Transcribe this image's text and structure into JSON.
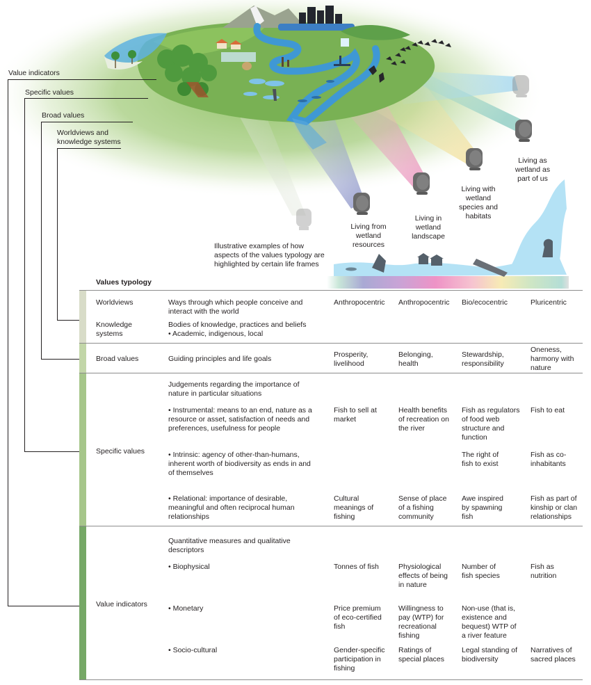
{
  "brackets": {
    "value_indicators": "Value indicators",
    "specific_values": "Specific values",
    "broad_values": "Broad values",
    "worldviews_line1": "Worldviews and",
    "worldviews_line2": "knowledge systems"
  },
  "illustration": {
    "caption_lines": [
      "Illustrative examples of how",
      "aspects of the values typology are",
      "highlighted by certain life frames"
    ],
    "life_frames": [
      {
        "lines": [
          "Living from",
          "wetland",
          "resources"
        ],
        "beam_color": "#8a8fc8"
      },
      {
        "lines": [
          "Living in",
          "wetland",
          "landscape"
        ],
        "beam_color": "#e98fb8"
      },
      {
        "lines": [
          "Living with",
          "wetland",
          "species and",
          "habitats"
        ],
        "beam_color": "#f3e3a0"
      },
      {
        "lines": [
          "Living as",
          "wetland as",
          "part of us"
        ],
        "beam_color": "#9ed4cc"
      }
    ],
    "extra_beam_color": "#a9dcf2",
    "colors": {
      "land_green": "#7cb356",
      "land_light": "#cfe3b3",
      "river_blue": "#3d97d3",
      "water_light": "#b7e3f4",
      "silhouette": "#55606a"
    }
  },
  "table": {
    "title": "Values typology",
    "bar_colors": [
      "#d8dcc8",
      "#c2d6a8",
      "#a6c68a",
      "#76a866"
    ],
    "rows": [
      {
        "category_lines": [
          "Worldviews"
        ],
        "description": "Ways through which people conceive and interact with the world",
        "life_frames": [
          "Anthropocentric",
          "Anthropocentric",
          "Bio/ecocentric",
          "Pluricentric"
        ]
      },
      {
        "category_lines": [
          "Knowledge",
          "systems"
        ],
        "description": "Bodies of knowledge, practices and beliefs",
        "bullet": "• Academic, indigenous, local"
      },
      {
        "category_lines": [
          "Broad values"
        ],
        "description": "Guiding principles and life goals",
        "life_frames": [
          "Prosperity, livelihood",
          "Belonging, health",
          "Stewardship, responsibility",
          "Oneness, harmony with nature"
        ]
      },
      {
        "category_lines": [
          "Specific values"
        ],
        "description": "Judgements regarding the importance of nature in particular situations",
        "sub_rows": [
          {
            "label": "• Instrumental: means to an end, nature as a resource or asset, satisfaction of needs and preferences, usefulness for people",
            "life_frames": [
              "Fish to sell at market",
              "Health benefits of recreation on the river",
              "Fish as regulators of food web structure and function",
              "Fish to eat"
            ]
          },
          {
            "label": "• Intrinsic: agency of other-than-humans, inherent worth of biodiversity as ends in and of themselves",
            "life_frames": [
              "",
              "",
              "The right of fish to exist",
              "Fish as co-inhabitants"
            ]
          },
          {
            "label": "• Relational: importance of desirable, meaningful and often reciprocal human relationships",
            "life_frames": [
              "Cultural meanings of fishing",
              "Sense of place of a fishing community",
              "Awe inspired by spawning fish",
              "Fish as part of kinship or clan relationships"
            ]
          }
        ]
      },
      {
        "category_lines": [
          "Value indicators"
        ],
        "description": "Quantitative measures and qualitative descriptors",
        "sub_rows": [
          {
            "label": "• Biophysical",
            "life_frames": [
              "Tonnes of fish",
              "Physiological effects of being in nature",
              "Number of fish species",
              "Fish as nutrition"
            ]
          },
          {
            "label": "• Monetary",
            "life_frames": [
              "Price premium of eco-certified fish",
              "Willingness to pay (WTP) for recreational fishing",
              "Non-use (that is, existence and bequest) WTP of a river feature",
              ""
            ]
          },
          {
            "label": "• Socio-cultural",
            "life_frames": [
              "Gender-specific participation in fishing",
              "Ratings of special places",
              "Legal standing of biodiversity",
              "Narratives of sacred places"
            ]
          }
        ]
      }
    ]
  }
}
